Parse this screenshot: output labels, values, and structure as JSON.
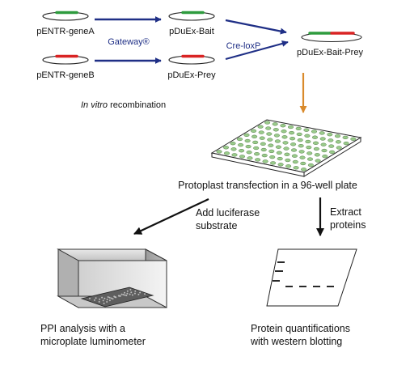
{
  "plasmids": {
    "entr_a": "pENTR-geneA",
    "entr_b": "pENTR-geneB",
    "bait": "pDuEx-Bait",
    "prey": "pDuEx-Prey",
    "bait_prey": "pDuEx-Bait-Prey"
  },
  "reactions": {
    "gateway": "Gateway®",
    "cre_lox": "Cre-loxP",
    "in_vitro_italic": "In vitro",
    "in_vitro_rest": " recombination"
  },
  "steps": {
    "transfection": "Protoplast transfection in a 96-well plate",
    "add_substrate_line1": "Add luciferase",
    "add_substrate_line2": "substrate",
    "extract_line1": "Extract",
    "extract_line2": "proteins",
    "ppi_line1": "PPI analysis with a",
    "ppi_line2": "microplate luminometer",
    "quant_line1": "Protein quantifications",
    "quant_line2": "with western blotting"
  },
  "colors": {
    "gene_a": "#2e9b3e",
    "gene_b": "#d92323",
    "reaction_arrow": "#1f2f86",
    "reaction_text": "#1f2f86",
    "orange_arrow": "#d98a2b",
    "well_fill": "#9acb8b"
  },
  "icons": {
    "plate": "96-well-plate-icon",
    "luminometer": "luminometer-icon",
    "blot": "western-blot-icon"
  }
}
